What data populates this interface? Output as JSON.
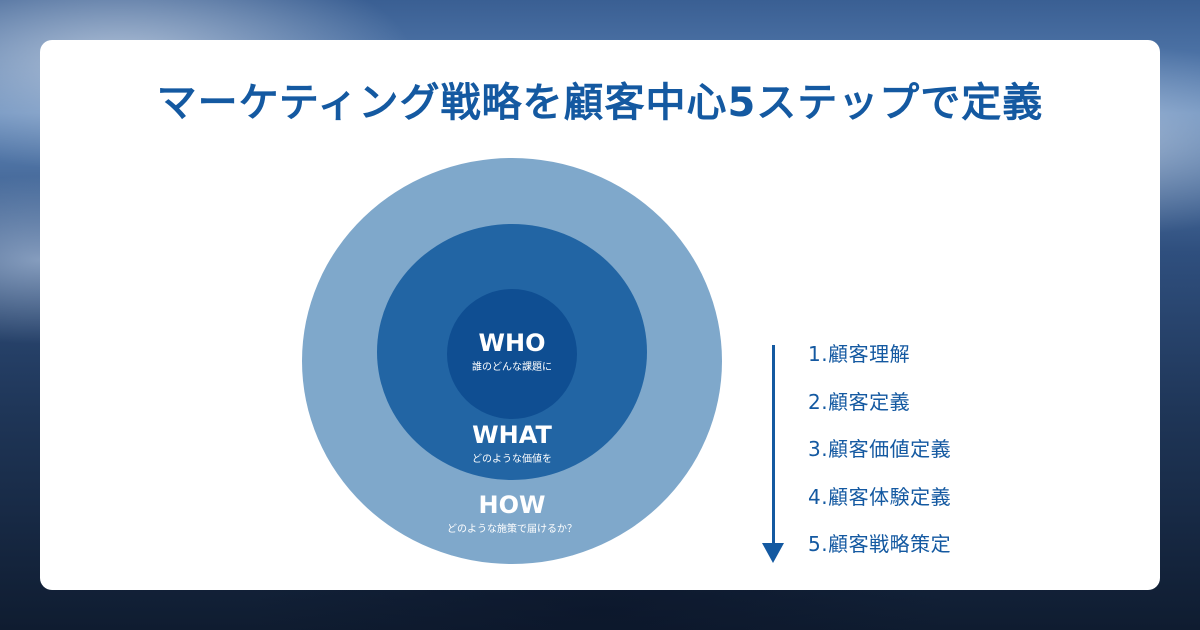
{
  "title": "マーケティング戦略を顧客中心5ステップで定義",
  "circles": {
    "who": {
      "heading": "WHO",
      "caption": "誰のどんな課題に"
    },
    "what": {
      "heading": "WHAT",
      "caption": "どのような価値を"
    },
    "how": {
      "heading": "HOW",
      "caption": "どのような施策で届けるか？"
    }
  },
  "steps": [
    "1.顧客理解",
    "2.顧客定義",
    "3.顧客価値定義",
    "4.顧客体験定義",
    "5.顧客戦略策定"
  ],
  "colors": {
    "accent": "#1459a1",
    "ring_outer": "#7fa8cb",
    "ring_middle": "#2265a4",
    "ring_inner": "#0f4e92",
    "card": "#ffffff"
  }
}
